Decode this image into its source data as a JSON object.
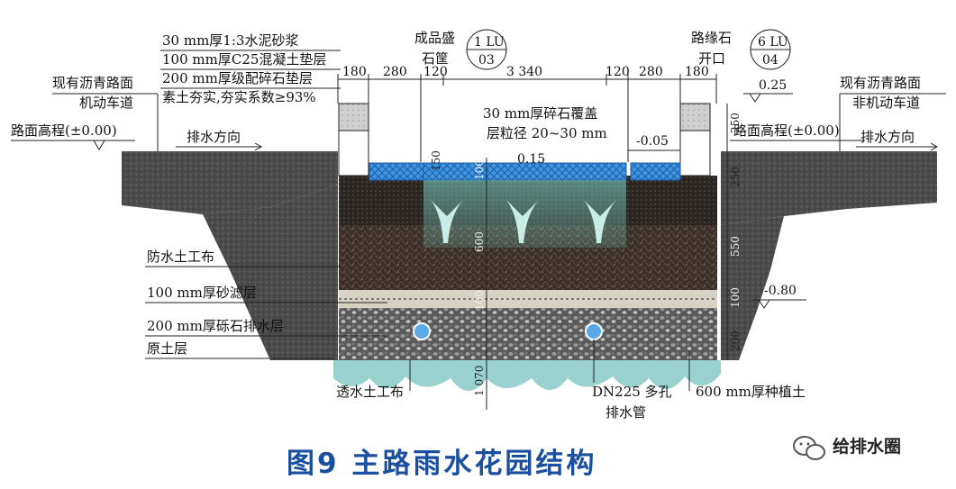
{
  "labels": {
    "mortar": "30 mm厚1:3水泥砂浆",
    "concrete": "100 mm厚C25混凝土垫层",
    "gravel_base": "200 mm厚级配碎石垫层",
    "compaction": "素土夯实,夯实系数≥93%",
    "left_road_1": "现有沥青路面",
    "left_road_2": "机动车道",
    "right_road_1": "现有沥青路面",
    "right_road_2": "非机动车道",
    "road_elev": "路面高程(±0.00)",
    "drain_dir": "排水方向",
    "gabion_1": "成品盛",
    "gabion_2": "石筐",
    "curb_1": "路缘石",
    "curb_2": "开口",
    "gravel_cover_1": "30 mm厚碎石覆盖",
    "gravel_cover_2": "层粒径 20~30 mm",
    "waterproof": "防水土工布",
    "sand": "100 mm厚砂滤层",
    "drain_layer": "200 mm厚砾石排水层",
    "native": "原土层",
    "permeable": "透水土工布",
    "pipe_1": "DN225 多孔",
    "pipe_2": "排水管",
    "soil": "600 mm厚种植土"
  },
  "callouts": {
    "left": {
      "top": "1 LU",
      "bottom": "03"
    },
    "right": {
      "top": "6 LU",
      "bottom": "04"
    }
  },
  "dims": [
    "180",
    "280",
    "120",
    "3 340",
    "120",
    "280",
    "180"
  ],
  "levels": {
    "curb_top": "0.25",
    "inlet": "-0.05",
    "pond": "0.15",
    "bottom": "-0.80"
  },
  "vdims_right": [
    "250",
    "250",
    "550",
    "100",
    "200"
  ],
  "vdims_center": [
    "150",
    "100",
    "600",
    "100",
    "1 070"
  ],
  "caption": "图9  主路雨水花园结构",
  "watermark": "给排水圈",
  "colors": {
    "asphalt": "#4a4a4a",
    "soil": "#3a2f28",
    "gabion": "#3b8fd8",
    "sand": "#d8d2c4",
    "caption": "#1a4fa0"
  }
}
